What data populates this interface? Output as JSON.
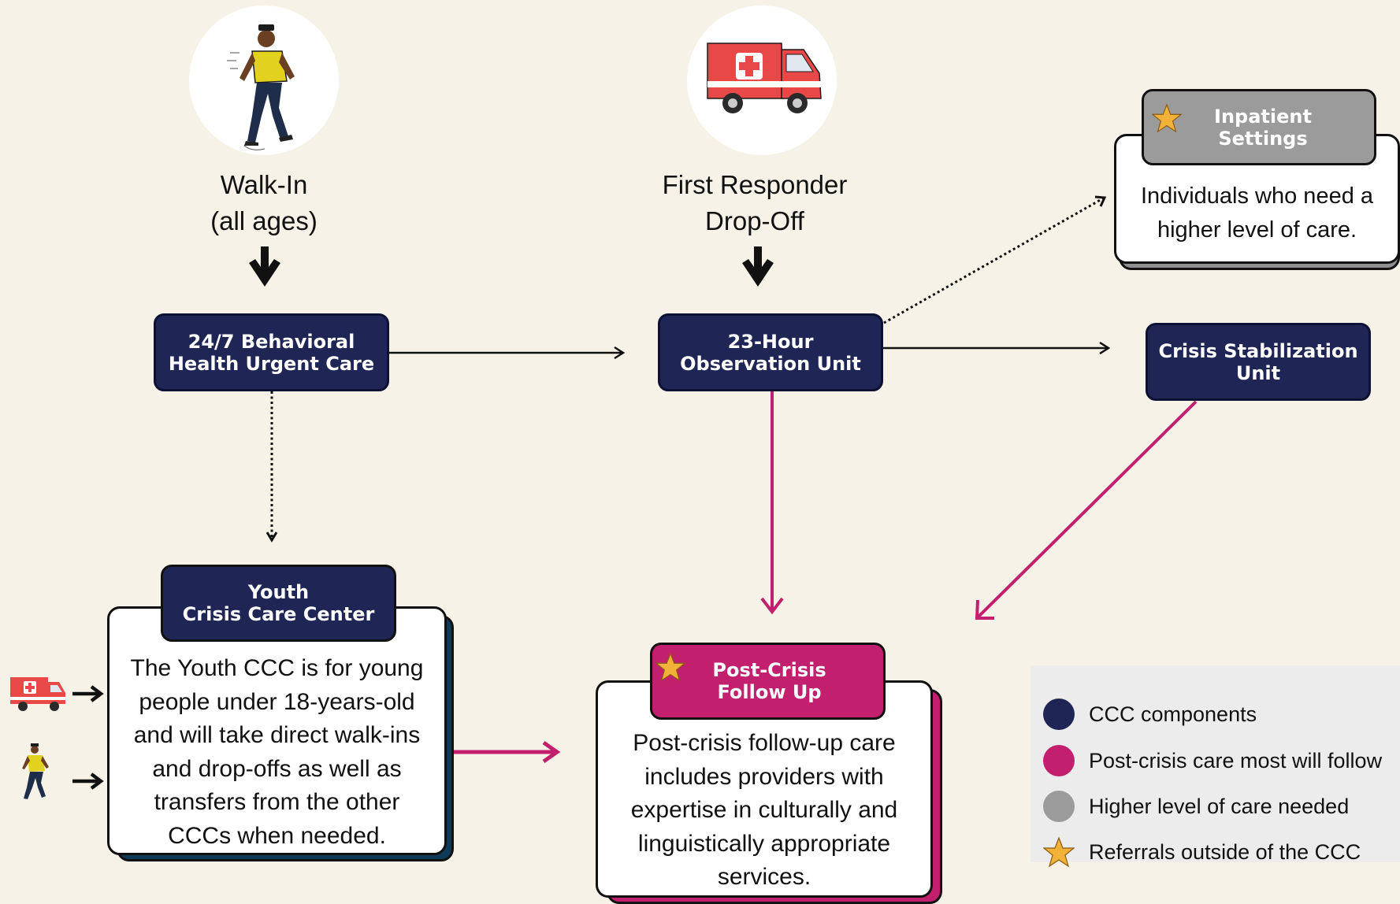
{
  "entries": {
    "walk_in": {
      "line1": "Walk-In",
      "line2": "(all ages)",
      "icon": "walking-person-icon"
    },
    "first_responder": {
      "line1": "First Responder",
      "line2": "Drop-Off",
      "icon": "ambulance-icon"
    }
  },
  "nodes": {
    "urgent_care": {
      "line1": "24/7 Behavioral",
      "line2": "Health Urgent Care"
    },
    "observation": {
      "line1": "23-Hour",
      "line2": "Observation Unit"
    },
    "stabilization": {
      "line1": "Crisis Stabilization",
      "line2": "Unit"
    },
    "inpatient": {
      "line1": "Inpatient",
      "line2": "Settings",
      "description_1": "Individuals who need a",
      "description_2": "higher level of care."
    },
    "youth": {
      "line1": "Youth",
      "line2": "Crisis Care Center",
      "description": [
        "The Youth CCC is for young",
        "people under 18-years-old",
        "and will take direct walk-ins",
        "and drop-offs as well as",
        "transfers from the other",
        "CCCs when needed."
      ]
    },
    "post_crisis": {
      "line1": "Post-Crisis",
      "line2": "Follow Up",
      "description": [
        "Post-crisis follow-up care",
        "includes providers with",
        "expertise in culturally and",
        "linguistically appropriate",
        "services."
      ]
    }
  },
  "legend": [
    {
      "label": "CCC components",
      "color": "#1f2656",
      "marker": "circle"
    },
    {
      "label": "Post-crisis care most will follow",
      "color": "#c2206f",
      "marker": "circle"
    },
    {
      "label": "Higher level of care needed",
      "color": "#9b9b9b",
      "marker": "circle"
    },
    {
      "label": "Referrals outside of the CCC",
      "color": "#f2b23a",
      "marker": "star-icon"
    }
  ],
  "colors": {
    "navy": "#1f2656",
    "magenta": "#c2206f",
    "gray": "#9b9b9b",
    "star": "#f2b23a",
    "background": "#f6f2e7"
  }
}
